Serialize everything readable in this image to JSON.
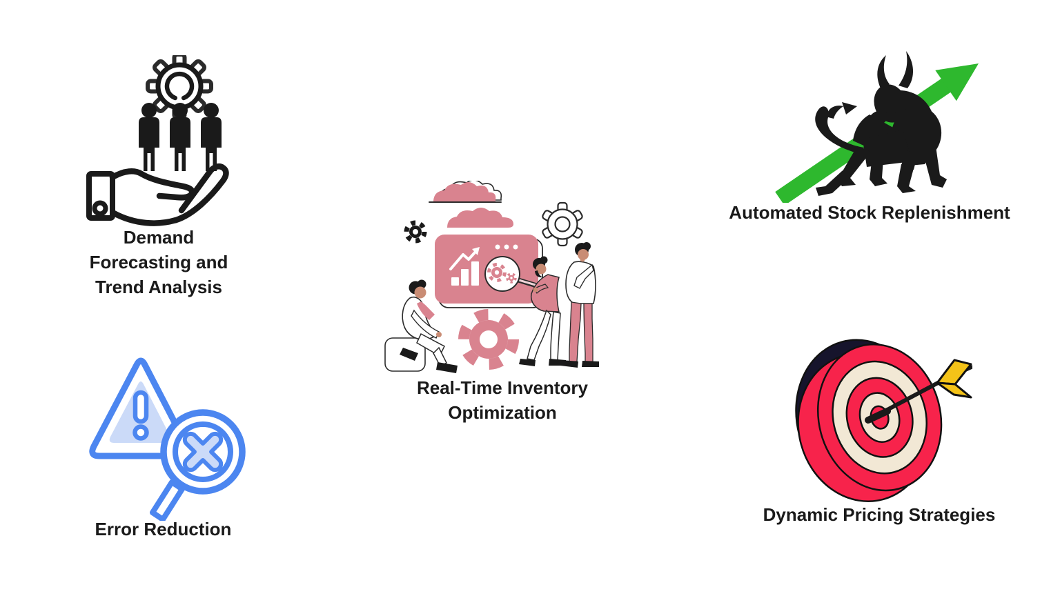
{
  "canvas": {
    "background": "#ffffff",
    "text_color": "#1a1a1a"
  },
  "features": [
    {
      "id": "demand-forecasting",
      "label": "Demand\nForecasting and\nTrend Analysis",
      "icon": "hand-people-gear-icon"
    },
    {
      "id": "real-time-inventory",
      "label": "Real-Time Inventory\nOptimization",
      "icon": "team-dashboard-illustration"
    },
    {
      "id": "automated-stock-replenishment",
      "label": "Automated Stock Replenishment",
      "icon": "bull-growth-arrow-icon"
    },
    {
      "id": "error-reduction",
      "label": "Error Reduction",
      "icon": "warning-triangle-magnifier-icon"
    },
    {
      "id": "dynamic-pricing",
      "label": "Dynamic Pricing Strategies",
      "icon": "dartboard-dart-icon"
    }
  ],
  "colors": {
    "rose": "#D9838F",
    "green": "#2EB82E",
    "blue": "#4C86F0",
    "lblue": "#CBDAF8",
    "tpink": "#F7234B",
    "cream": "#F2E8D5",
    "navy": "#16142C",
    "yellow": "#F4C318",
    "ink": "#1a1a1a",
    "dark": "#2b2b2b",
    "skin": "#C98C74"
  }
}
